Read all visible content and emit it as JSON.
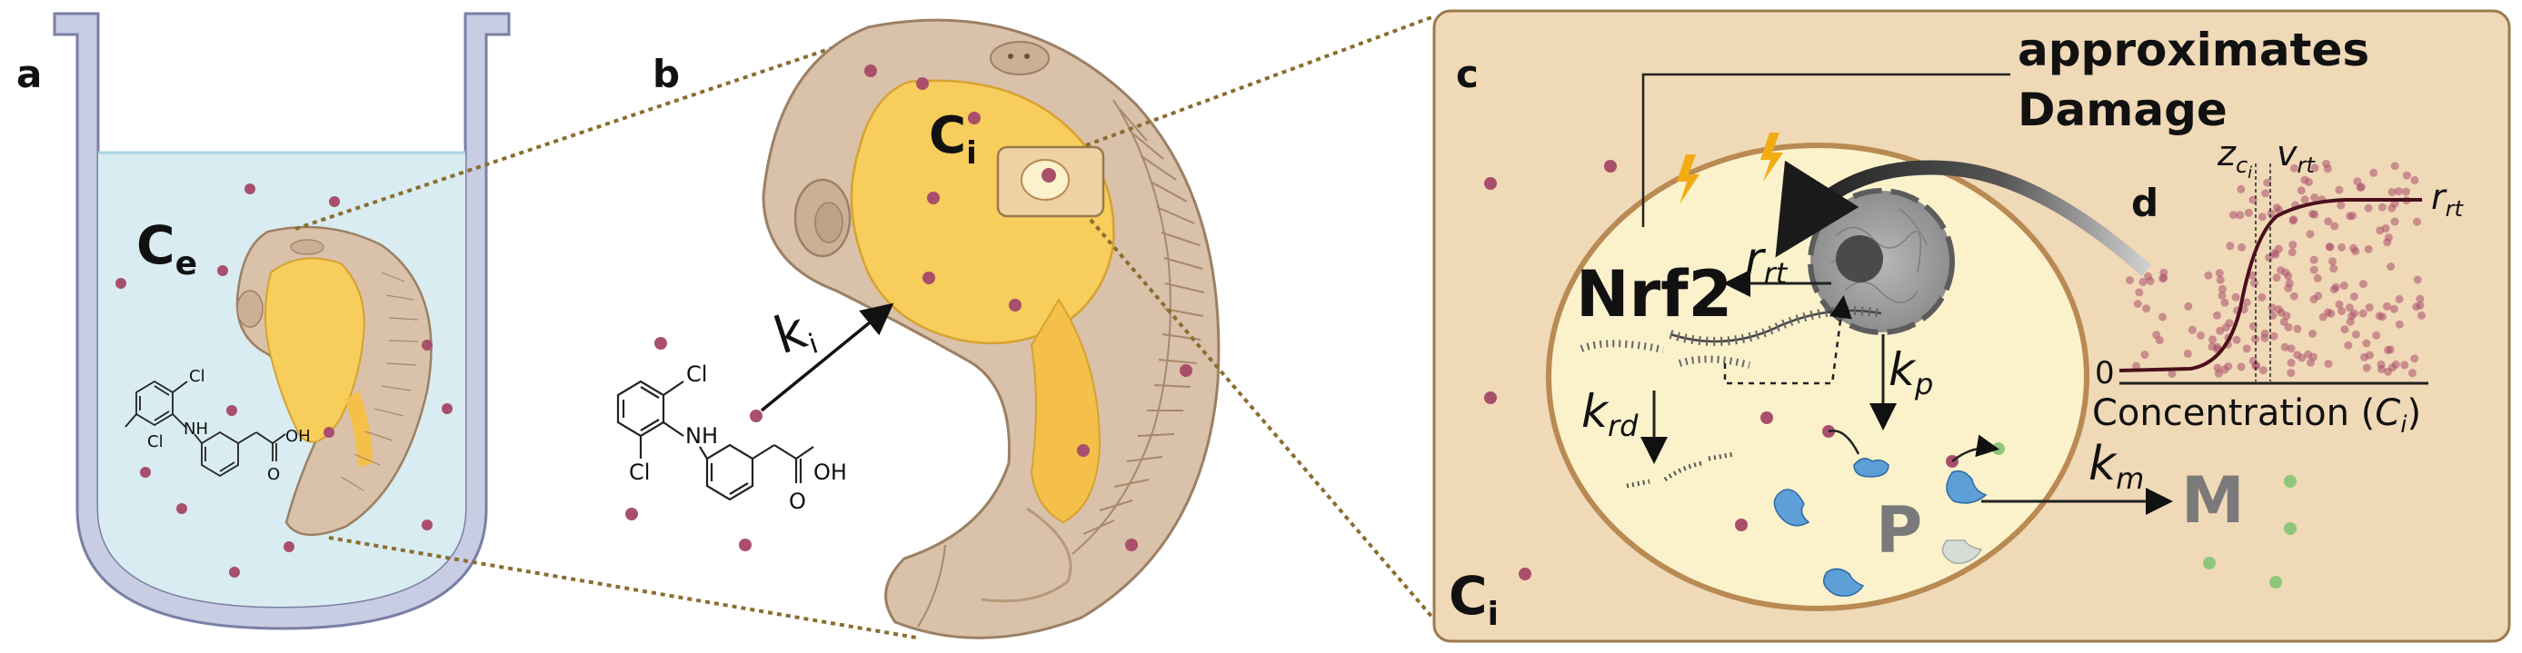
{
  "panels": {
    "a": {
      "label": "a",
      "conc_main": "C",
      "conc_sub": "e"
    },
    "b": {
      "label": "b",
      "conc_main": "C",
      "conc_sub": "i",
      "uptake_main": "k",
      "uptake_sub": "i"
    },
    "c": {
      "label": "c",
      "conc_main": "C",
      "conc_sub": "i"
    },
    "d": {
      "label": "d"
    }
  },
  "molecule": {
    "atom_cl": "Cl",
    "atom_nh": "NH",
    "atom_oh": "OH",
    "atom_o": "O"
  },
  "cell": {
    "nrf2": "Nrf2",
    "approx_line1": "approximates",
    "approx_line2": "Damage",
    "r_rt_main": "r",
    "r_rt_sub": "rt",
    "k_p_main": "k",
    "k_p_sub": "p",
    "k_rd_main": "k",
    "k_rd_sub": "rd",
    "protein": "P",
    "k_m_main": "k",
    "k_m_sub": "m",
    "metabolite": "M"
  },
  "inset": {
    "y_min_label": "0",
    "x_label_text": "Concentration (",
    "x_label_var_main": "C",
    "x_label_var_sub": "i",
    "x_label_close": ")",
    "threshold_main": "z",
    "threshold_sub_main": "c",
    "threshold_sub_sub": "i",
    "v_rt_main": "v",
    "v_rt_sub": "rt",
    "r_rt_main": "r",
    "r_rt_sub": "rt"
  },
  "colors": {
    "water": "#d8ecf1",
    "beaker": "#c9cde3",
    "beaker_stroke": "#7a7fa6",
    "embryo": "#d9c1aa",
    "embryo_stroke": "#9c8064",
    "yolk": "#f7cd5c",
    "cell_bg": "#f0d9b7",
    "cell_fill": "#fbf2cc",
    "cell_stroke": "#b98a53",
    "dot": "#a94f6b",
    "dashed": "#8a6d2f",
    "curve": "#4a0f1c",
    "metabolite_dot": "#8fc77a",
    "enzyme": "#5f9fd8"
  }
}
